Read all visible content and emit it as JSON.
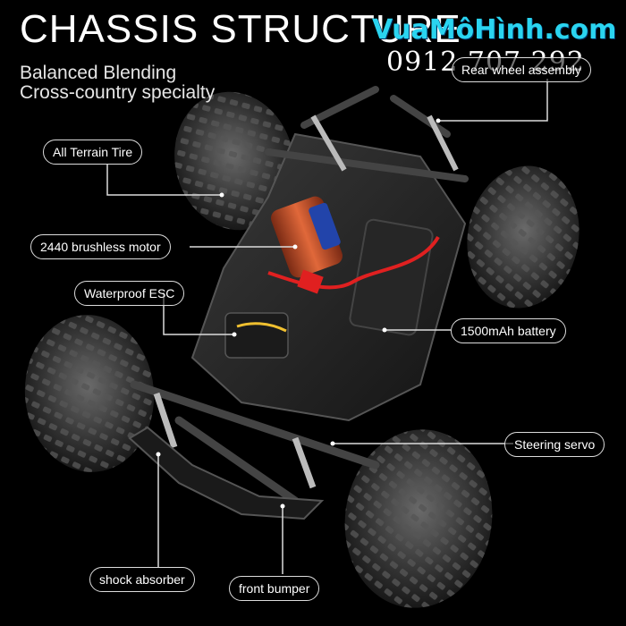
{
  "heading": {
    "title": "CHASSIS STRUCTURE",
    "subtitle_line1": "Balanced Blending",
    "subtitle_line2": "Cross-country specialty"
  },
  "watermark": {
    "site": "VuaMôHình.com",
    "phone": "0912 707 292"
  },
  "labels": {
    "rear_wheel": "Rear wheel assembly",
    "all_terrain_tire": "All Terrain Tire",
    "brushless_motor": "2440 brushless motor",
    "waterproof_esc": "Waterproof ESC",
    "battery": "1500mAh battery",
    "steering_servo": "Steering servo",
    "shock_absorber": "shock absorber",
    "front_bumper": "front bumper"
  },
  "colors": {
    "background": "#000000",
    "watermark": "#2ad4f0",
    "motor": "#d8552e",
    "wire": "#e02020",
    "callout_line": "#dcdcdc"
  }
}
